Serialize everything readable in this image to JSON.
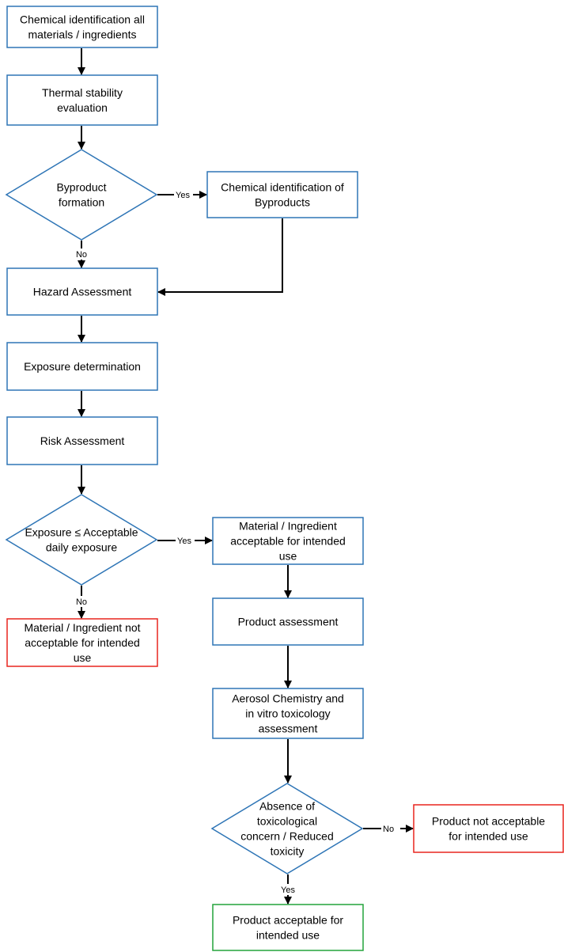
{
  "colors": {
    "process_border": "#2e75b6",
    "reject_border": "#e8251f",
    "accept_border": "#22a33a",
    "line": "#000000"
  },
  "nodes": {
    "chem_id_all": {
      "lines": [
        "Chemical identification all",
        "materials / ingredients"
      ]
    },
    "thermal": {
      "lines": [
        "Thermal stability",
        "evaluation"
      ]
    },
    "byproduct_decision": {
      "lines": [
        "Byproduct",
        "formation"
      ]
    },
    "chem_id_byproducts": {
      "lines": [
        "Chemical identification of",
        "Byproducts"
      ]
    },
    "hazard": {
      "lines": [
        "Hazard Assessment"
      ]
    },
    "exposure_det": {
      "lines": [
        "Exposure determination"
      ]
    },
    "risk": {
      "lines": [
        "Risk Assessment"
      ]
    },
    "exposure_decision": {
      "lines": [
        "Exposure ≤ Acceptable",
        "daily exposure"
      ]
    },
    "material_acceptable": {
      "lines": [
        "Material / Ingredient",
        "acceptable for intended",
        "use"
      ]
    },
    "material_not_acceptable": {
      "lines": [
        "Material / Ingredient not",
        "acceptable for intended",
        "use"
      ]
    },
    "product_assessment": {
      "lines": [
        "Product assessment"
      ]
    },
    "aerosol": {
      "lines": [
        "Aerosol Chemistry and",
        "in vitro toxicology",
        "assessment"
      ]
    },
    "tox_decision": {
      "lines": [
        "Absence of",
        "toxicological",
        "concern / Reduced",
        "toxicity"
      ]
    },
    "product_not_acceptable": {
      "lines": [
        "Product not acceptable",
        "for intended use"
      ]
    },
    "product_acceptable": {
      "lines": [
        "Product acceptable for",
        "intended use"
      ]
    }
  },
  "edge_labels": {
    "byproduct_yes": "Yes",
    "byproduct_no": "No",
    "exposure_yes": "Yes",
    "exposure_no": "No",
    "tox_no": "No",
    "tox_yes": "Yes"
  }
}
